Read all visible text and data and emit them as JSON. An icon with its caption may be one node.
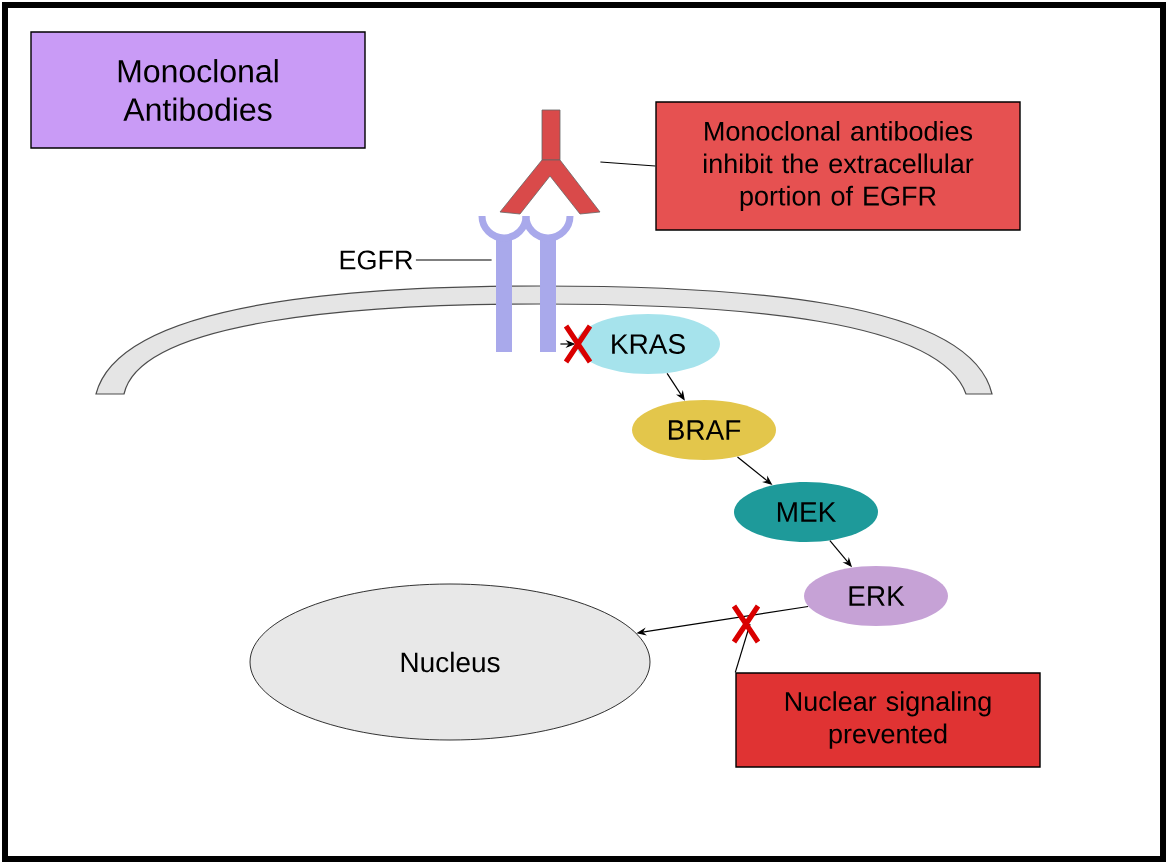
{
  "diagram": {
    "nodes": [
      {
        "text": [
          "Monoclonal Antibodies"
        ]
      },
      {
        "text": [],
        "shape": "antibody"
      },
      {
        "text": [
          "Monoclonal antibodies inhibit the extracellular portion of EGFR"
        ]
      },
      {
        "text": [
          "EGFR"
        ]
      },
      {
        "text": [],
        "shape": "receptor"
      },
      {
        "text": [
          "KRAS"
        ]
      },
      {
        "text": [
          "BRAF"
        ]
      },
      {
        "text": [
          "MEK"
        ]
      },
      {
        "text": [
          "ERK"
        ]
      },
      {
        "text": [
          "Nucleus"
        ]
      },
      {
        "text": [
          "Nuclear signaling prevented"
        ]
      }
    ],
    "edges": [
      {
        "from": 2,
        "to": 1,
        "arrow": "none"
      },
      {
        "from": 3,
        "to": 4,
        "arrow": "none"
      },
      {
        "from": 4,
        "to": 5,
        "arrow": "to"
      },
      {
        "from": 5,
        "to": 6,
        "arrow": "to"
      },
      {
        "from": 6,
        "to": 7,
        "arrow": "to"
      },
      {
        "from": 7,
        "to": 8,
        "arrow": "to"
      },
      {
        "from": 8,
        "to": 9,
        "arrow": "to"
      },
      {
        "from": 10,
        "to": null,
        "arrow": "none"
      }
    ]
  }
}
